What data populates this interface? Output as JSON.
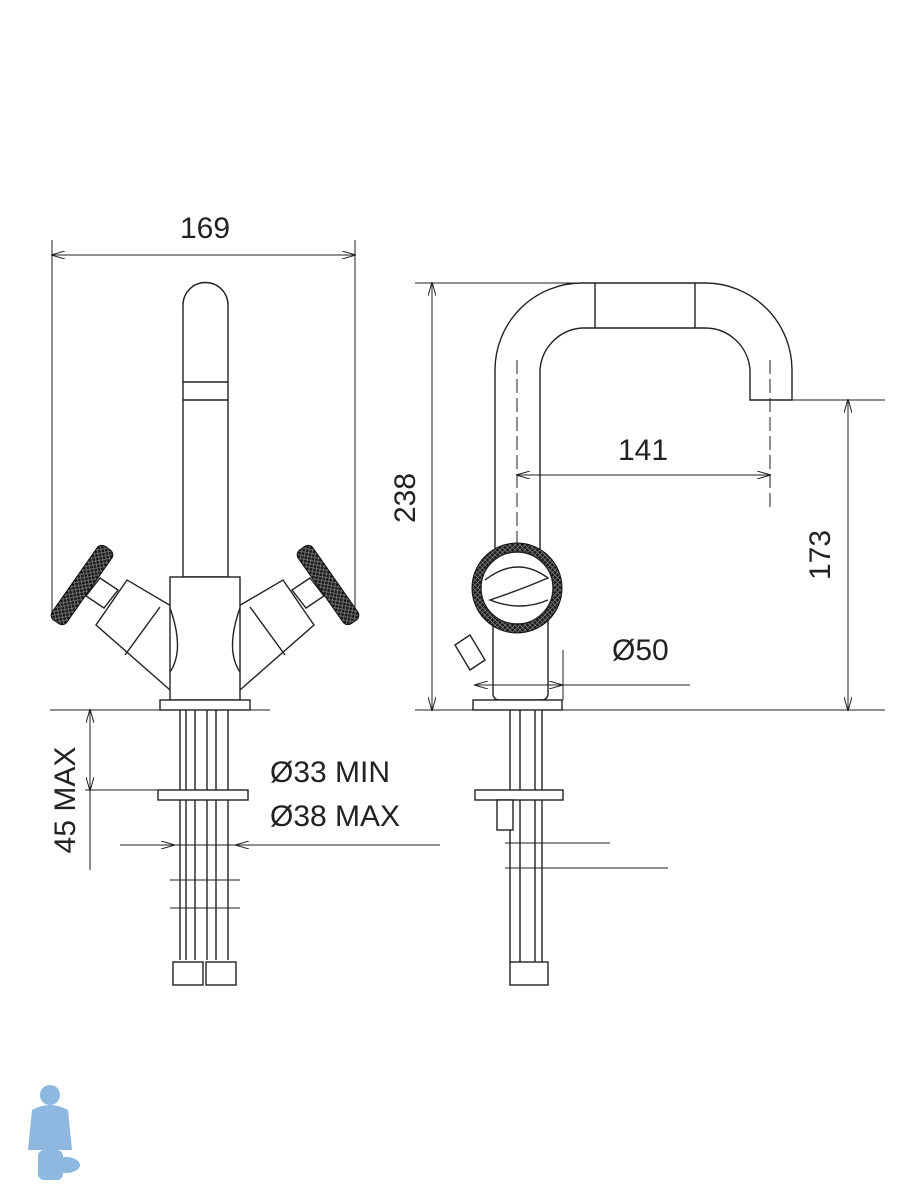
{
  "drawing": {
    "front_view": {
      "width_dim": "169",
      "deck_thickness_dim": "45 MAX",
      "hole_min_dim": "Ø33 MIN",
      "hole_max_dim": "Ø38 MAX"
    },
    "side_view": {
      "height_dim": "238",
      "reach_dim": "141",
      "spout_height_dim": "173",
      "base_dia_dim": "Ø50"
    }
  },
  "colors": {
    "line": "#222222",
    "handle": "#1a1a1a",
    "logo": "#8fb8e0"
  }
}
